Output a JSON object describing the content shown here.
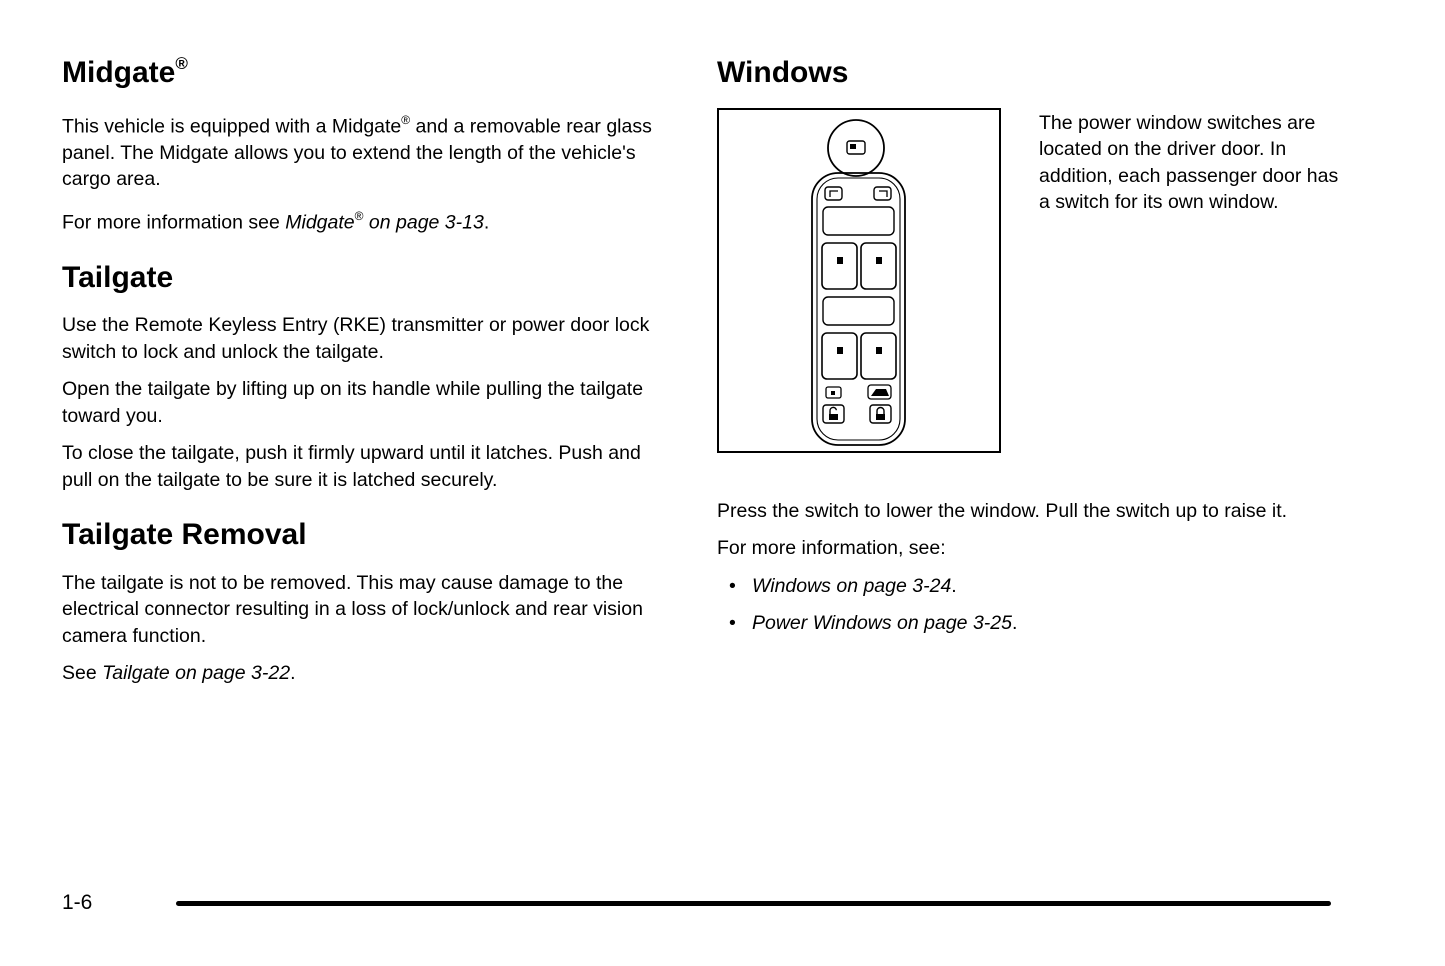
{
  "footer": {
    "page_number": "1-6"
  },
  "bullet_char": "•",
  "left": {
    "midgate": {
      "title": "Midgate",
      "reg": "®",
      "p1a": "This vehicle is equipped with a Midgate",
      "p1b": " and a removable rear glass panel. The Midgate allows you to extend the length of the vehicle's cargo area.",
      "p2a": "For more information see ",
      "p2b": "Midgate",
      "p2c": " on page 3-13",
      "p2d": "."
    },
    "tailgate": {
      "title": "Tailgate",
      "p1": "Use the Remote Keyless Entry (RKE) transmitter or power door lock switch to lock and unlock the tailgate.",
      "p2": "Open the tailgate by lifting up on its handle while pulling the tailgate toward you.",
      "p3": "To close the tailgate, push it firmly upward until it latches. Push and pull on the tailgate to be sure it is latched securely."
    },
    "tailgate_removal": {
      "title": "Tailgate Removal",
      "p1": "The tailgate is not to be removed. This may cause damage to the electrical connector resulting in a loss of lock/unlock and rear vision camera function.",
      "p2a": "See ",
      "p2b": "Tailgate on page 3-22",
      "p2c": "."
    }
  },
  "right": {
    "windows": {
      "title": "Windows",
      "figure_caption": "The power window switches are located on the driver door. In addition, each passenger door has a switch for its own window.",
      "p1": "Press the switch to lower the window. Pull the switch up to raise it.",
      "p2": "For more information, see:",
      "bullets": [
        {
          "italic": "Windows on page 3-24",
          "tail": "."
        },
        {
          "italic": "Power Windows on page 3-25",
          "tail": "."
        }
      ]
    }
  }
}
